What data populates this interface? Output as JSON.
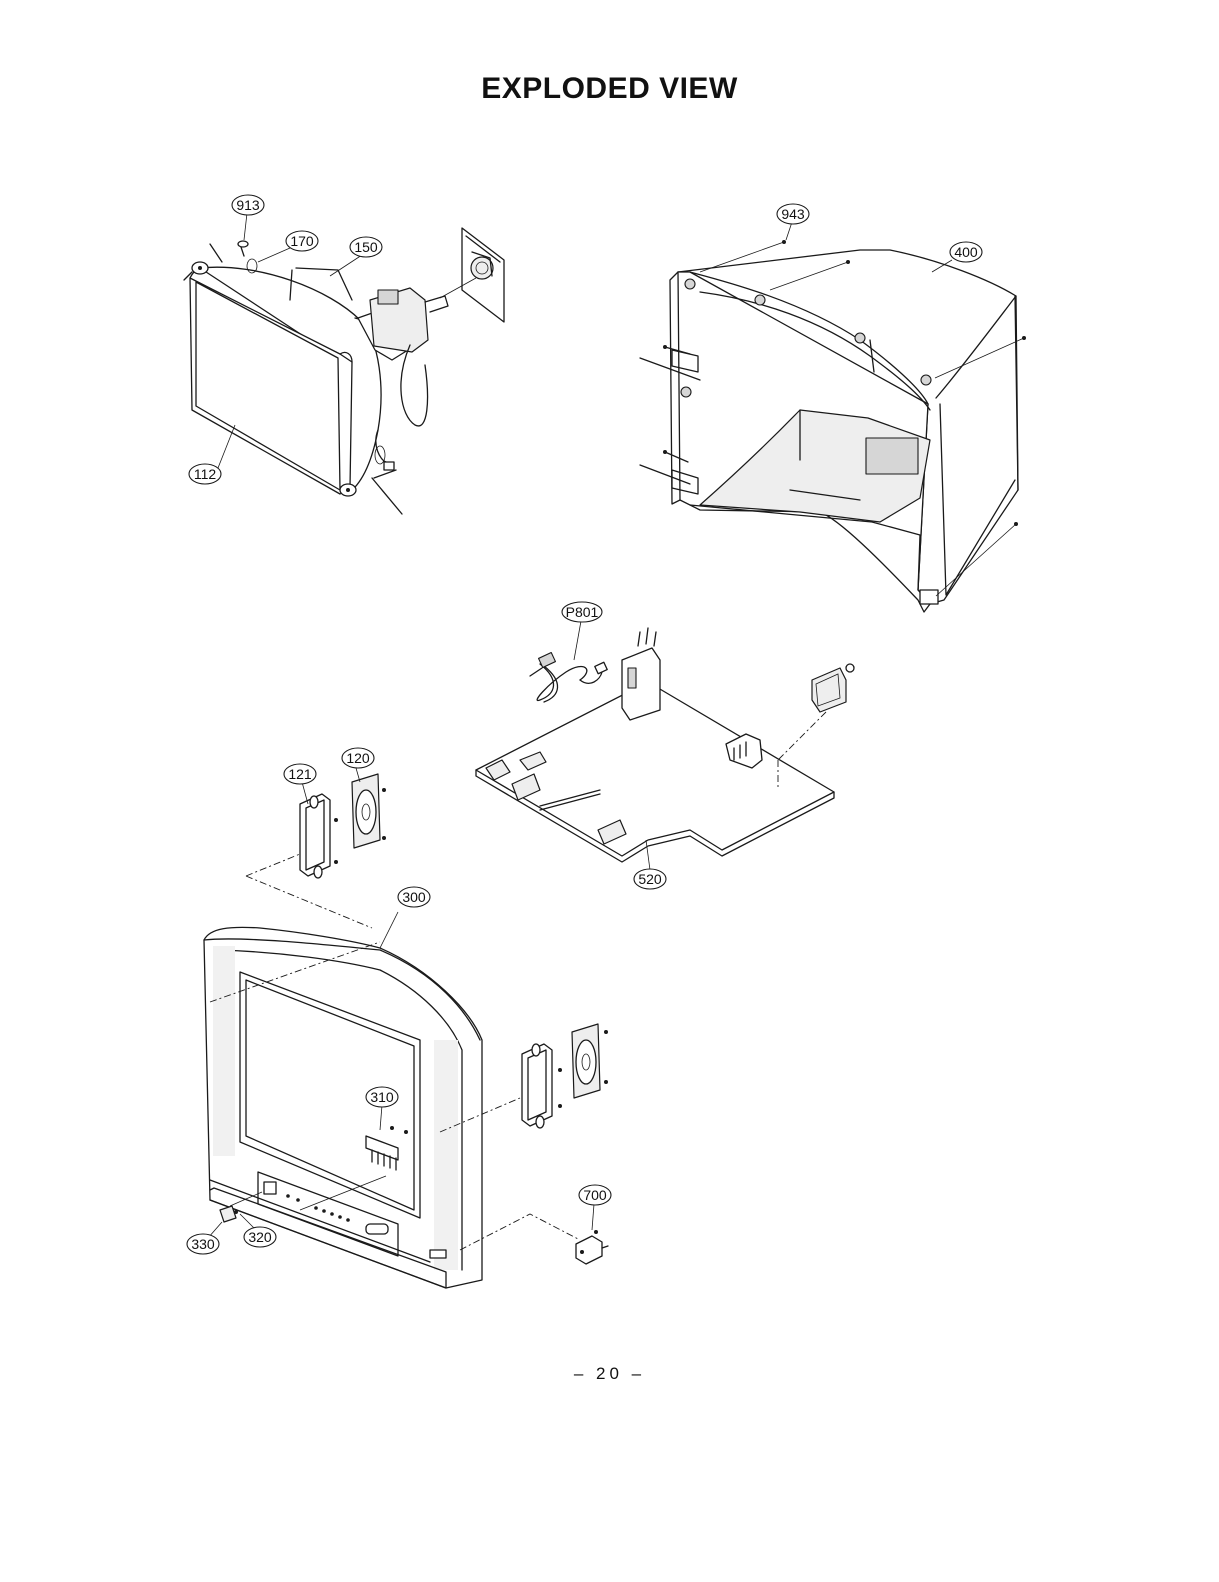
{
  "title": "EXPLODED VIEW",
  "page_number": "– 20 –",
  "callouts": {
    "c913": "913",
    "c170": "170",
    "c150": "150",
    "c112": "112",
    "c943": "943",
    "c400": "400",
    "cP801": "P801",
    "c120": "120",
    "c121": "121",
    "c520": "520",
    "c300": "300",
    "c310": "310",
    "c700": "700",
    "c330": "330",
    "c320": "320"
  }
}
